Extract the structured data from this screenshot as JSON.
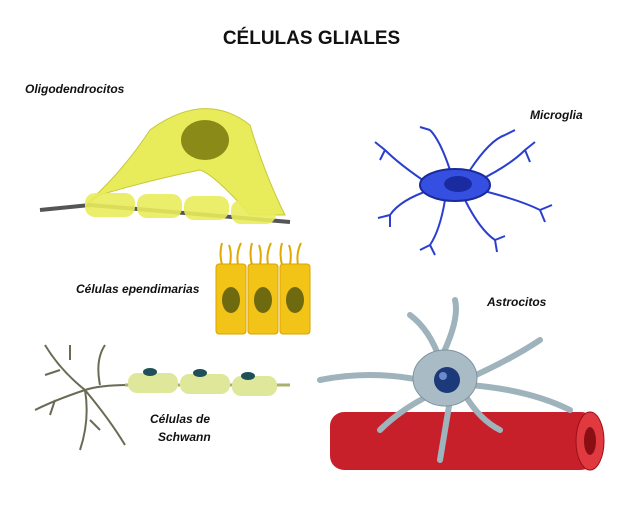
{
  "title": "CÉLULAS GLIALES",
  "labels": {
    "oligodendrocitos": "Oligodendrocitos",
    "microglia": "Microglia",
    "ependimarias": "Células ependimarias",
    "astrocitos": "Astrocitos",
    "schwann_line1": "Células de",
    "schwann_line2": "Schwann"
  },
  "colors": {
    "oligo": "#e8ec5a",
    "microglia": "#2a3fd0",
    "ependymal": "#f2c418",
    "astrocyte": "#9fb3bd",
    "vessel": "#c8202a",
    "schwann_axon": "#dfe79a"
  }
}
